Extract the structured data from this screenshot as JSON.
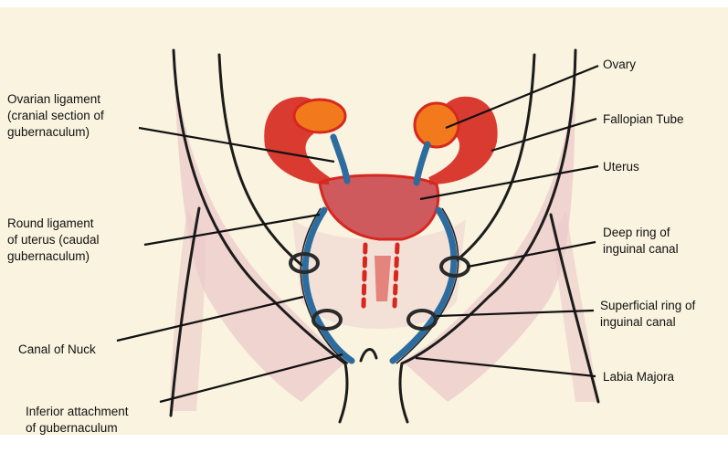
{
  "figure": {
    "colors": {
      "paper": "#f9f3df",
      "skin": "#ebcaca",
      "outline": "#1c1c1c",
      "organ_red": "#d6281f",
      "uterus_fill": "#cf5a5e",
      "ovary_orange": "#f27a1c",
      "ligament_blue": "#2c6c9e",
      "ring_dark": "#2a2a2a"
    },
    "labels": {
      "ovarian_ligament": "Ovarian ligament\n(cranial section of\ngubernaculum)",
      "round_ligament": "Round ligament\nof uterus (caudal\ngubernaculum)",
      "canal_of_nuck": "Canal of Nuck",
      "inferior_attachment": "Inferior attachment\nof gubernaculum",
      "ovary": "Ovary",
      "fallopian_tube": "Fallopian Tube",
      "uterus": "Uterus",
      "deep_ring": "Deep ring of\ninguinal canal",
      "superficial_ring": "Superficial ring of\ninguinal canal",
      "labia_majora": "Labia Majora"
    }
  }
}
